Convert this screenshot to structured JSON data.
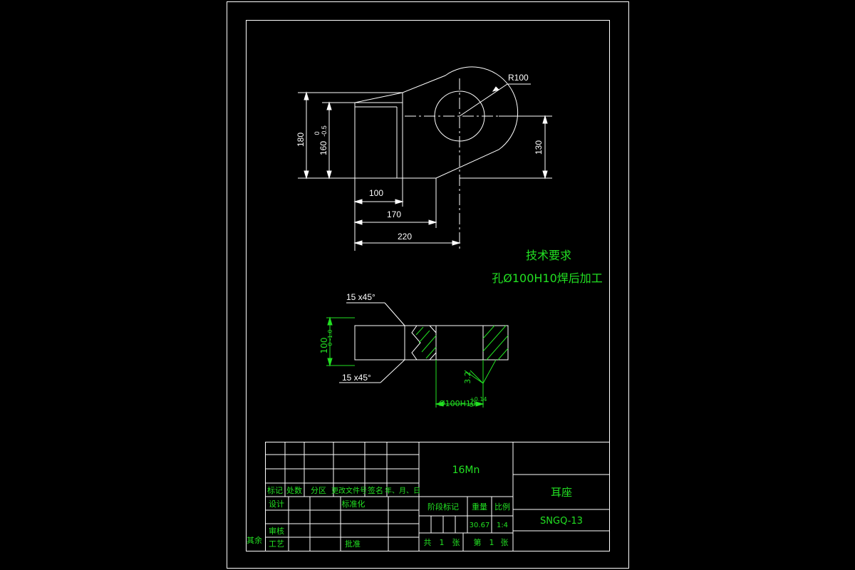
{
  "drawing": {
    "colors": {
      "background": "#000000",
      "lines": "#ffffff",
      "annotation": "#22e022"
    },
    "top_view": {
      "radius_label": "R100",
      "dim_180": "180",
      "dim_160": "160",
      "dim_160_tol_upper": "0",
      "dim_160_tol_lower": "-0.5",
      "dim_130": "130",
      "dim_100": "100",
      "dim_170": "170",
      "dim_220": "220"
    },
    "tech_req": {
      "title": "技术要求",
      "line1": "孔Ø100H10焊后加工"
    },
    "section_view": {
      "chamfer_top": "15 x45°",
      "chamfer_bottom": "15 x45°",
      "dim_100": "100",
      "dim_100_tol": "0 -1.0",
      "roughness": "3.2",
      "bore": "Ø100H10",
      "bore_tol_upper": "+0.14",
      "bore_tol_lower": "0"
    },
    "title_block": {
      "material": "16Mn",
      "part_name": "耳座",
      "drawing_no": "SNGQ-13",
      "hdr_mark": "标记",
      "hdr_qty": "处数",
      "hdr_zone": "分区",
      "hdr_change_doc": "更改文件号",
      "hdr_sign": "签名",
      "hdr_date": "年、月、日",
      "design": "设计",
      "standardize": "标准化",
      "stage_mark": "阶段标记",
      "weight": "重量",
      "scale": "比例",
      "weight_value": "30.67",
      "scale_value": "1:4",
      "review": "审核",
      "process": "工艺",
      "approve": "批准",
      "total_label": "共",
      "total_value": "1",
      "total_unit": "张",
      "sheet_label": "第",
      "sheet_value": "1",
      "sheet_unit": "张",
      "side_label": "其余"
    }
  }
}
